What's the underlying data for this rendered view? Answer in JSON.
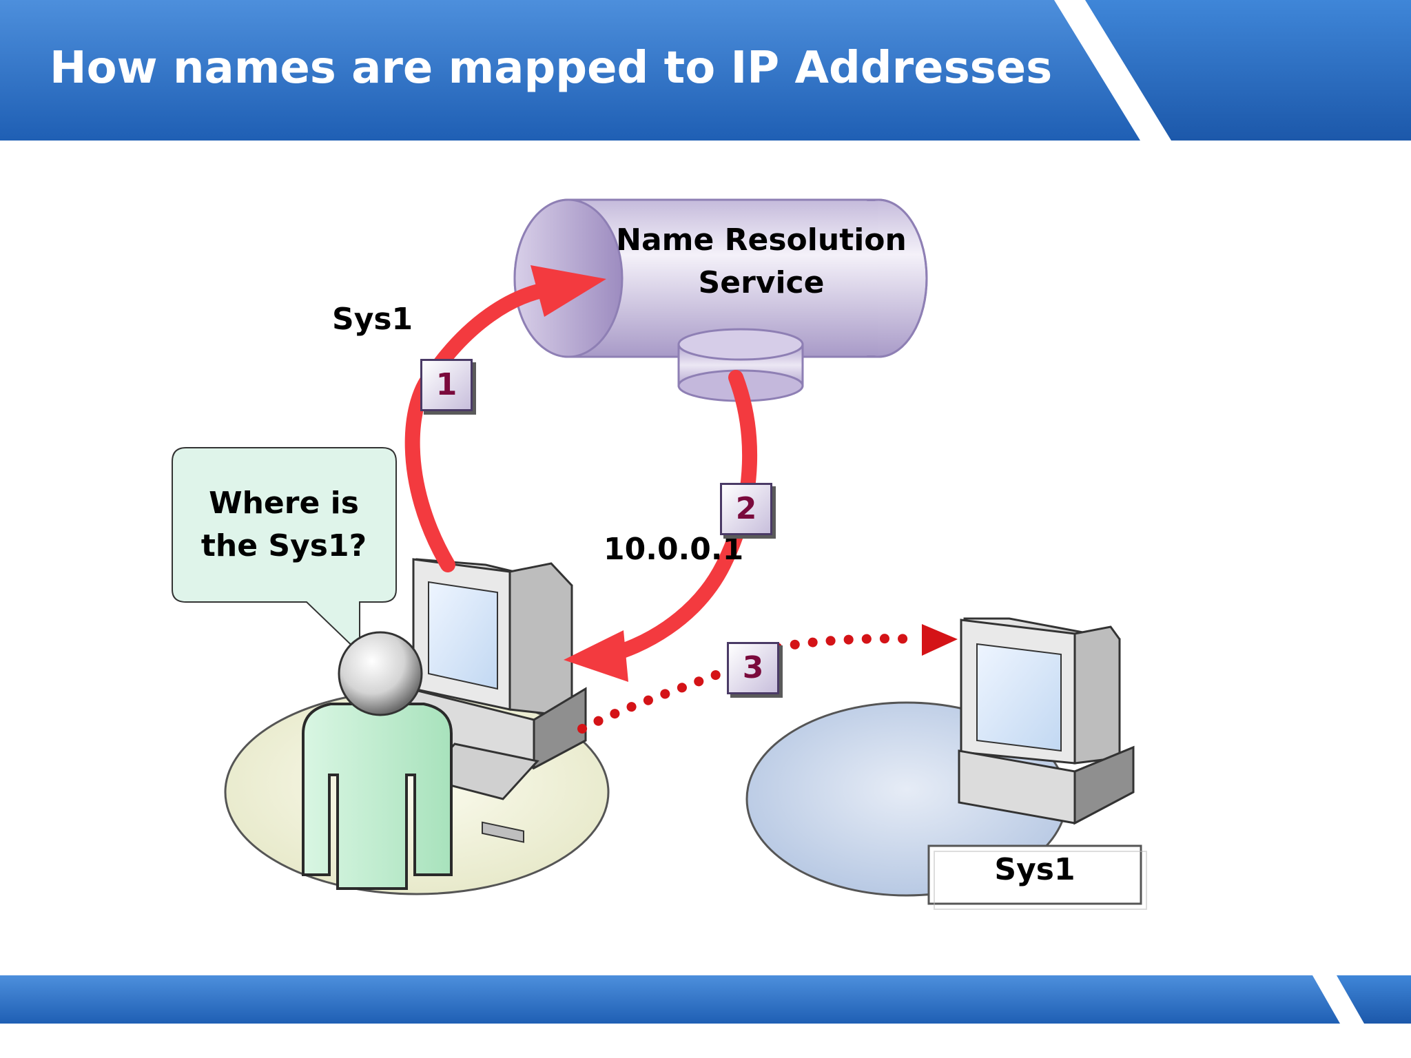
{
  "slide": {
    "title": "How names are mapped to IP Addresses"
  },
  "diagram": {
    "service_label_line1": "Name Resolution",
    "service_label_line2": "Service",
    "query_label": "Sys1",
    "response_label": "10.0.0.1",
    "speech_bubble_line1": "Where is",
    "speech_bubble_line2": "the Sys1?",
    "target_label": "Sys1",
    "steps": [
      "1",
      "2",
      "3"
    ]
  },
  "colors": {
    "banner_blue": "#2f6fc4",
    "arrow_red": "#e8262d",
    "cylinder_lavender": "#d8d0e8",
    "bubble_mint": "#dff4ea",
    "person_green": "#bfeecd",
    "step_text": "#7a0a3c"
  }
}
